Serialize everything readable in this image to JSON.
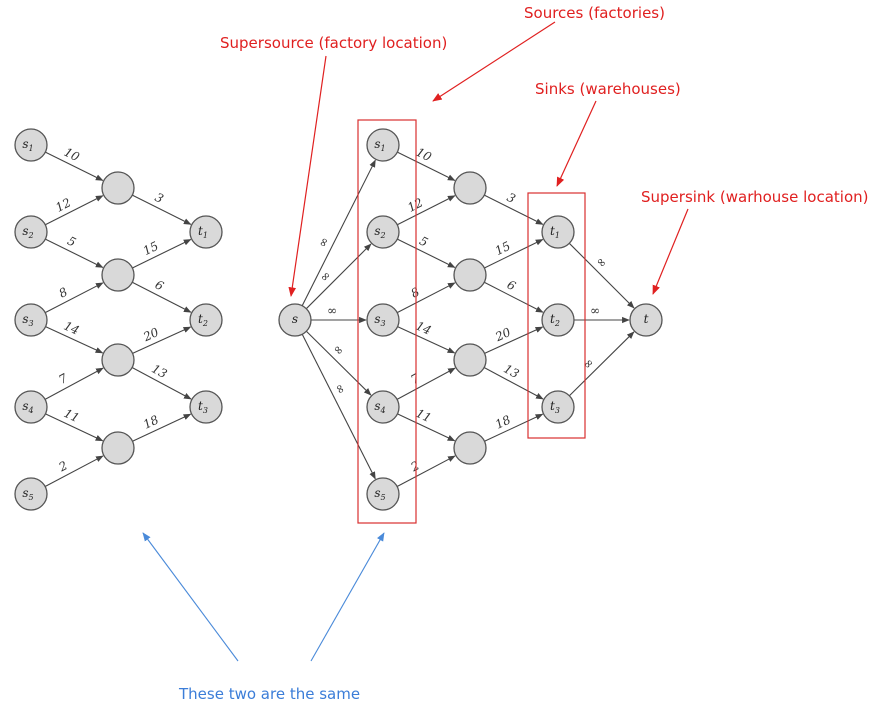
{
  "annotations": {
    "sources": "Sources (factories)",
    "supersource": "Supersource (factory location)",
    "sinks": "Sinks (warehouses)",
    "supersink": "Supersink (warhouse location)",
    "same": "These two are the same"
  },
  "colors": {
    "annotation_red": "#e02020",
    "annotation_blue": "#3b7dd8",
    "node_fill": "#d9d9d9"
  },
  "left_graph": {
    "nodes": [
      {
        "id": "L_s1",
        "label": "s",
        "sub": "1"
      },
      {
        "id": "L_s2",
        "label": "s",
        "sub": "2"
      },
      {
        "id": "L_s3",
        "label": "s",
        "sub": "3"
      },
      {
        "id": "L_s4",
        "label": "s",
        "sub": "4"
      },
      {
        "id": "L_s5",
        "label": "s",
        "sub": "5"
      },
      {
        "id": "L_m1",
        "label": "",
        "sub": ""
      },
      {
        "id": "L_m2",
        "label": "",
        "sub": ""
      },
      {
        "id": "L_m3",
        "label": "",
        "sub": ""
      },
      {
        "id": "L_m4",
        "label": "",
        "sub": ""
      },
      {
        "id": "L_t1",
        "label": "t",
        "sub": "1"
      },
      {
        "id": "L_t2",
        "label": "t",
        "sub": "2"
      },
      {
        "id": "L_t3",
        "label": "t",
        "sub": "3"
      }
    ],
    "edges": [
      {
        "from": "L_s1",
        "to": "L_m1",
        "label": "10"
      },
      {
        "from": "L_s2",
        "to": "L_m1",
        "label": "12"
      },
      {
        "from": "L_s2",
        "to": "L_m2",
        "label": "5"
      },
      {
        "from": "L_s3",
        "to": "L_m2",
        "label": "8"
      },
      {
        "from": "L_s3",
        "to": "L_m3",
        "label": "14"
      },
      {
        "from": "L_s4",
        "to": "L_m3",
        "label": "7"
      },
      {
        "from": "L_s4",
        "to": "L_m4",
        "label": "11"
      },
      {
        "from": "L_s5",
        "to": "L_m4",
        "label": "2"
      },
      {
        "from": "L_m1",
        "to": "L_t1",
        "label": "3"
      },
      {
        "from": "L_m2",
        "to": "L_t1",
        "label": "15"
      },
      {
        "from": "L_m2",
        "to": "L_t2",
        "label": "6"
      },
      {
        "from": "L_m3",
        "to": "L_t2",
        "label": "20"
      },
      {
        "from": "L_m3",
        "to": "L_t3",
        "label": "13"
      },
      {
        "from": "L_m4",
        "to": "L_t3",
        "label": "18"
      }
    ]
  },
  "right_graph": {
    "nodes": [
      {
        "id": "R_s",
        "label": "s",
        "sub": ""
      },
      {
        "id": "R_s1",
        "label": "s",
        "sub": "1"
      },
      {
        "id": "R_s2",
        "label": "s",
        "sub": "2"
      },
      {
        "id": "R_s3",
        "label": "s",
        "sub": "3"
      },
      {
        "id": "R_s4",
        "label": "s",
        "sub": "4"
      },
      {
        "id": "R_s5",
        "label": "s",
        "sub": "5"
      },
      {
        "id": "R_m1",
        "label": "",
        "sub": ""
      },
      {
        "id": "R_m2",
        "label": "",
        "sub": ""
      },
      {
        "id": "R_m3",
        "label": "",
        "sub": ""
      },
      {
        "id": "R_m4",
        "label": "",
        "sub": ""
      },
      {
        "id": "R_t1",
        "label": "t",
        "sub": "1"
      },
      {
        "id": "R_t2",
        "label": "t",
        "sub": "2"
      },
      {
        "id": "R_t3",
        "label": "t",
        "sub": "3"
      },
      {
        "id": "R_t",
        "label": "t",
        "sub": ""
      }
    ],
    "edges": [
      {
        "from": "R_s",
        "to": "R_s1",
        "label": "∞"
      },
      {
        "from": "R_s",
        "to": "R_s2",
        "label": "∞"
      },
      {
        "from": "R_s",
        "to": "R_s3",
        "label": "∞"
      },
      {
        "from": "R_s",
        "to": "R_s4",
        "label": "∞"
      },
      {
        "from": "R_s",
        "to": "R_s5",
        "label": "∞"
      },
      {
        "from": "R_s1",
        "to": "R_m1",
        "label": "10"
      },
      {
        "from": "R_s2",
        "to": "R_m1",
        "label": "12"
      },
      {
        "from": "R_s2",
        "to": "R_m2",
        "label": "5"
      },
      {
        "from": "R_s3",
        "to": "R_m2",
        "label": "8"
      },
      {
        "from": "R_s3",
        "to": "R_m3",
        "label": "14"
      },
      {
        "from": "R_s4",
        "to": "R_m3",
        "label": "7"
      },
      {
        "from": "R_s4",
        "to": "R_m4",
        "label": "11"
      },
      {
        "from": "R_s5",
        "to": "R_m4",
        "label": "2"
      },
      {
        "from": "R_m1",
        "to": "R_t1",
        "label": "3"
      },
      {
        "from": "R_m2",
        "to": "R_t1",
        "label": "15"
      },
      {
        "from": "R_m2",
        "to": "R_t2",
        "label": "6"
      },
      {
        "from": "R_m3",
        "to": "R_t2",
        "label": "20"
      },
      {
        "from": "R_m3",
        "to": "R_t3",
        "label": "13"
      },
      {
        "from": "R_m4",
        "to": "R_t3",
        "label": "18"
      },
      {
        "from": "R_t1",
        "to": "R_t",
        "label": "∞"
      },
      {
        "from": "R_t2",
        "to": "R_t",
        "label": "∞"
      },
      {
        "from": "R_t3",
        "to": "R_t",
        "label": "∞"
      }
    ]
  }
}
